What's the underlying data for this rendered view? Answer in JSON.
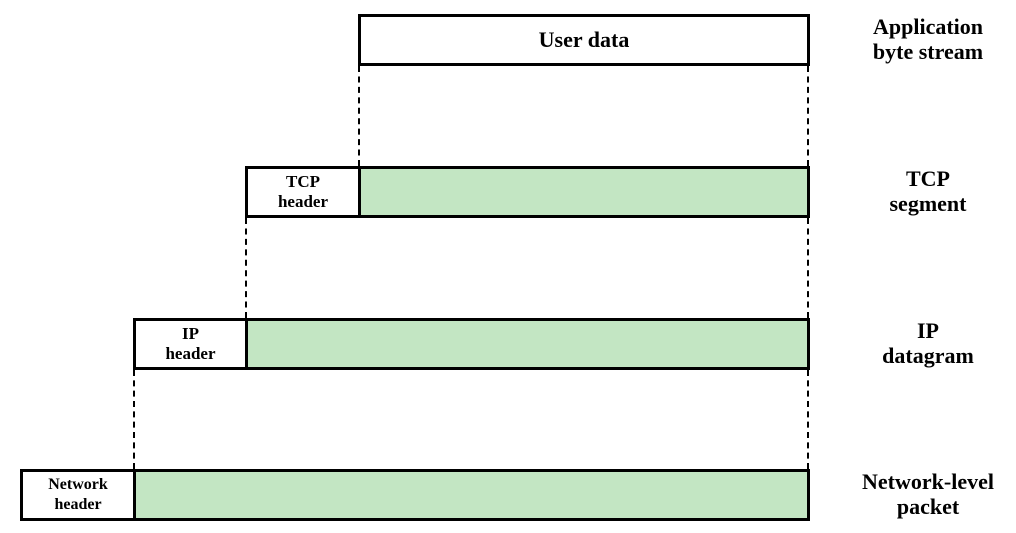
{
  "rows": {
    "application": {
      "box_label": "User data",
      "label_line1": "Application",
      "label_line2": "byte stream"
    },
    "tcp": {
      "header_line1": "TCP",
      "header_line2": "header",
      "label_line1": "TCP",
      "label_line2": "segment"
    },
    "ip": {
      "header_line1": "IP",
      "header_line2": "header",
      "label_line1": "IP",
      "label_line2": "datagram"
    },
    "network": {
      "header_line1": "Network",
      "header_line2": "header",
      "label_line1": "Network-level",
      "label_line2": "packet"
    }
  },
  "colors": {
    "payload": "#c3e6c3",
    "border": "#000000",
    "background": "#ffffff"
  }
}
